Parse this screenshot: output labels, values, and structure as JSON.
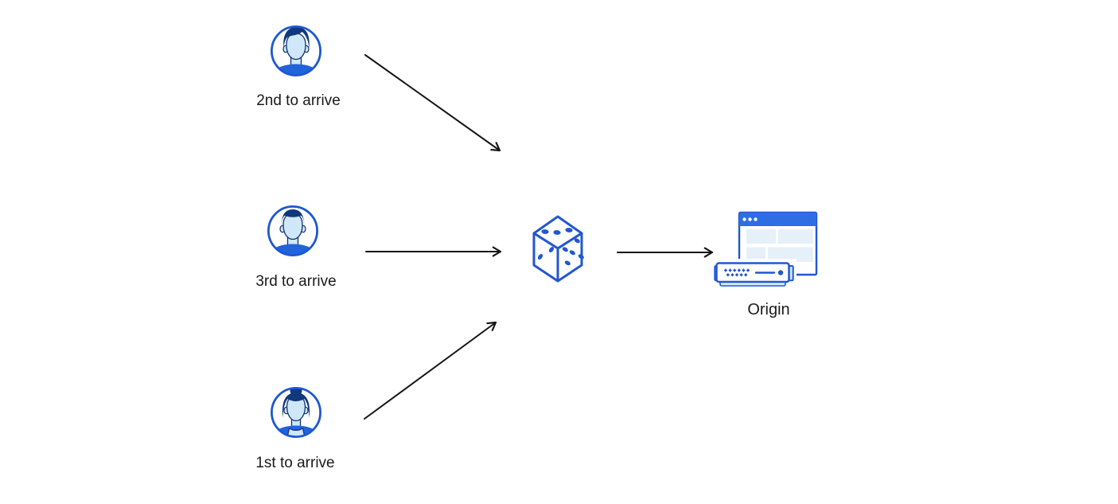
{
  "page": {
    "background": "#ffffff"
  },
  "diagram": {
    "users": [
      {
        "label": "2nd to arrive",
        "avatar_icon": "user-male-swept-hair-icon"
      },
      {
        "label": "3rd to arrive",
        "avatar_icon": "user-male-short-hair-icon"
      },
      {
        "label": "1st to arrive",
        "avatar_icon": "user-female-bun-icon"
      }
    ],
    "selector": {
      "icon": "dice-icon"
    },
    "origin": {
      "label": "Origin",
      "icon": "origin-browser-server-icon"
    },
    "colors": {
      "outline_blue": "#1d58d3",
      "dice_blue": "#2257d1",
      "shirt_blue": "#2163da",
      "hair_navy": "#11387c",
      "skin_light_blue": "#cfe7f8",
      "face_outline_navy": "#0e3070",
      "browser_bar_blue": "#2e6ee2",
      "pale_block_blue": "#e6f0f9",
      "server_base_blue": "#d9eafb",
      "arrow_black": "#151515",
      "text_black": "#1a1a1a"
    }
  }
}
